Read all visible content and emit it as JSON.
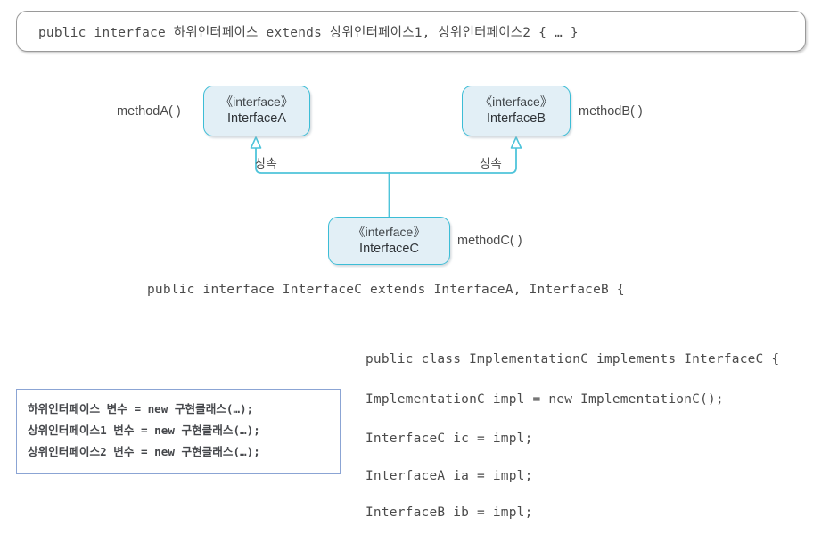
{
  "declaration_banner": {
    "text": "public interface 하위인터페이스 extends 상위인터페이스1, 상위인터페이스2 { … }"
  },
  "diagram": {
    "stereotype": "《interface》",
    "nodes": [
      {
        "id": "InterfaceA",
        "stereotype": "《interface》",
        "name": "InterfaceA",
        "method_label": "methodA( )"
      },
      {
        "id": "InterfaceB",
        "stereotype": "《interface》",
        "name": "InterfaceB",
        "method_label": "methodB( )"
      },
      {
        "id": "InterfaceC",
        "stereotype": "《interface》",
        "name": "InterfaceC",
        "method_label": "methodC( )"
      }
    ],
    "edges": [
      {
        "from": "InterfaceC",
        "to": "InterfaceA",
        "label": "상속",
        "kind": "generalization"
      },
      {
        "from": "InterfaceC",
        "to": "InterfaceB",
        "label": "상속",
        "kind": "generalization"
      }
    ],
    "colors": {
      "node_fill": "#e2eff6",
      "node_border": "#3cbdd6",
      "connector": "#4fc4da",
      "text": "#3a3a3a"
    }
  },
  "mid_code": {
    "line": "public interface InterfaceC extends InterfaceA, InterfaceB {"
  },
  "variable_box": {
    "border_color": "#8ba4d4",
    "lines": [
      "하위인터페이스 변수 = new 구현클래스(…);",
      "상위인터페이스1 변수 = new 구현클래스(…);",
      "상위인터페이스2 변수 = new 구현클래스(…);"
    ]
  },
  "implementation_block": {
    "lines": [
      "public class ImplementationC implements InterfaceC {",
      "ImplementationC impl = new ImplementationC();",
      "InterfaceC ic = impl;",
      "InterfaceA ia = impl;",
      "InterfaceB ib = impl;"
    ]
  }
}
